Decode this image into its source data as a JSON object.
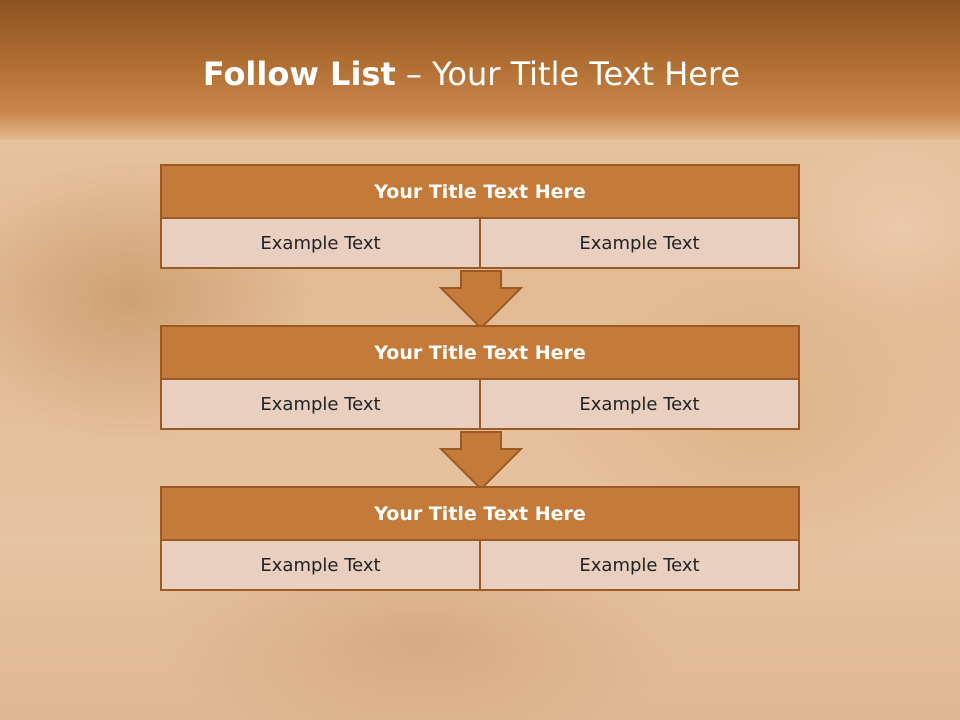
{
  "slide": {
    "title_bold": "Follow List",
    "title_rest": "  – Your Title Text Here",
    "steps": [
      {
        "title": "Your Title Text Here",
        "left": "Example Text",
        "right": "Example Text"
      },
      {
        "title": "Your Title Text Here",
        "left": "Example Text",
        "right": "Example Text"
      },
      {
        "title": "Your Title Text Here",
        "left": "Example Text",
        "right": "Example Text"
      }
    ]
  },
  "colors": {
    "header_fill": "#c47a38",
    "border": "#9b5a24",
    "cell_fill": "#e8cfc0",
    "arrow_fill": "#c47a38"
  },
  "icons": [
    "down-arrow-icon"
  ]
}
